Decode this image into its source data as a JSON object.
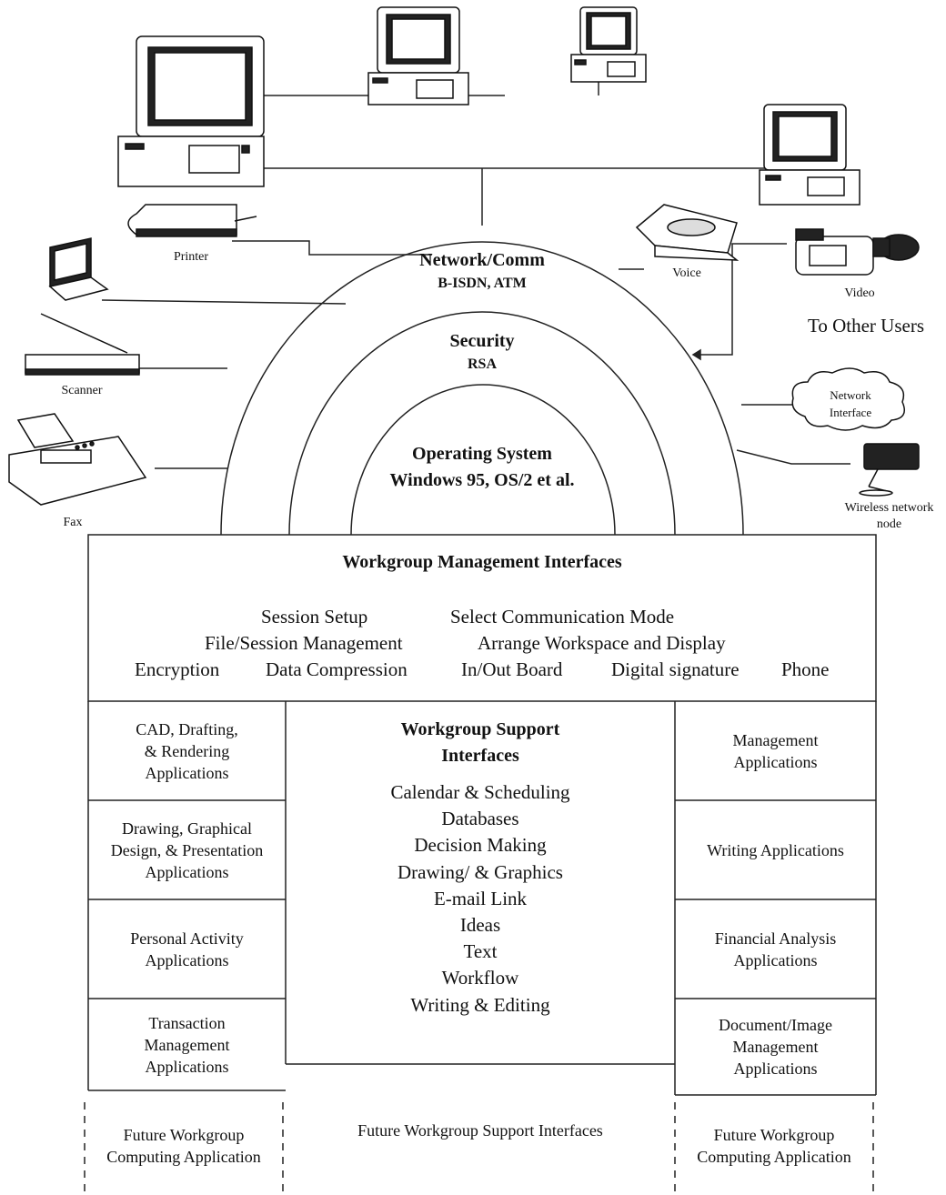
{
  "peripherals": {
    "printer": "Printer",
    "scanner": "Scanner",
    "fax": "Fax",
    "voice": "Voice",
    "video": "Video",
    "to_other_users": "To Other Users",
    "network_interface": "Network\nInterface",
    "wireless_node": "Wireless network\nnode"
  },
  "layers": {
    "network": {
      "title": "Network/Comm",
      "sub": "B-ISDN, ATM"
    },
    "security": {
      "title": "Security",
      "sub": "RSA"
    },
    "os": {
      "title": "Operating System",
      "sub": "Windows 95, OS/2 et al."
    }
  },
  "management": {
    "title": "Workgroup Management Interfaces",
    "items": [
      "Session Setup",
      "Select Communication Mode",
      "File/Session Management",
      "Arrange Workspace and Display",
      "Encryption",
      "Data Compression",
      "In/Out Board",
      "Digital signature",
      "Phone"
    ]
  },
  "support": {
    "title": "Workgroup  Support\nInterfaces",
    "items": [
      "Calendar & Scheduling",
      "Databases",
      "Decision  Making",
      "Drawing/ & Graphics",
      "E-mail Link",
      "Ideas",
      "Text",
      "Workflow",
      "Writing & Editing"
    ]
  },
  "left_apps": [
    "CAD, Drafting,\n& Rendering\nApplications",
    "Drawing, Graphical\nDesign, & Presentation\nApplications",
    "Personal Activity\nApplications",
    "Transaction\nManagement\nApplications"
  ],
  "right_apps": [
    "Management\nApplications",
    "Writing  Applications",
    "Financial Analysis\nApplications",
    "Document/Image\nManagement\nApplications"
  ],
  "future": {
    "left": "Future Workgroup\nComputing Application",
    "center": "Future Workgroup Support Interfaces",
    "right": "Future Workgroup\nComputing Application"
  }
}
